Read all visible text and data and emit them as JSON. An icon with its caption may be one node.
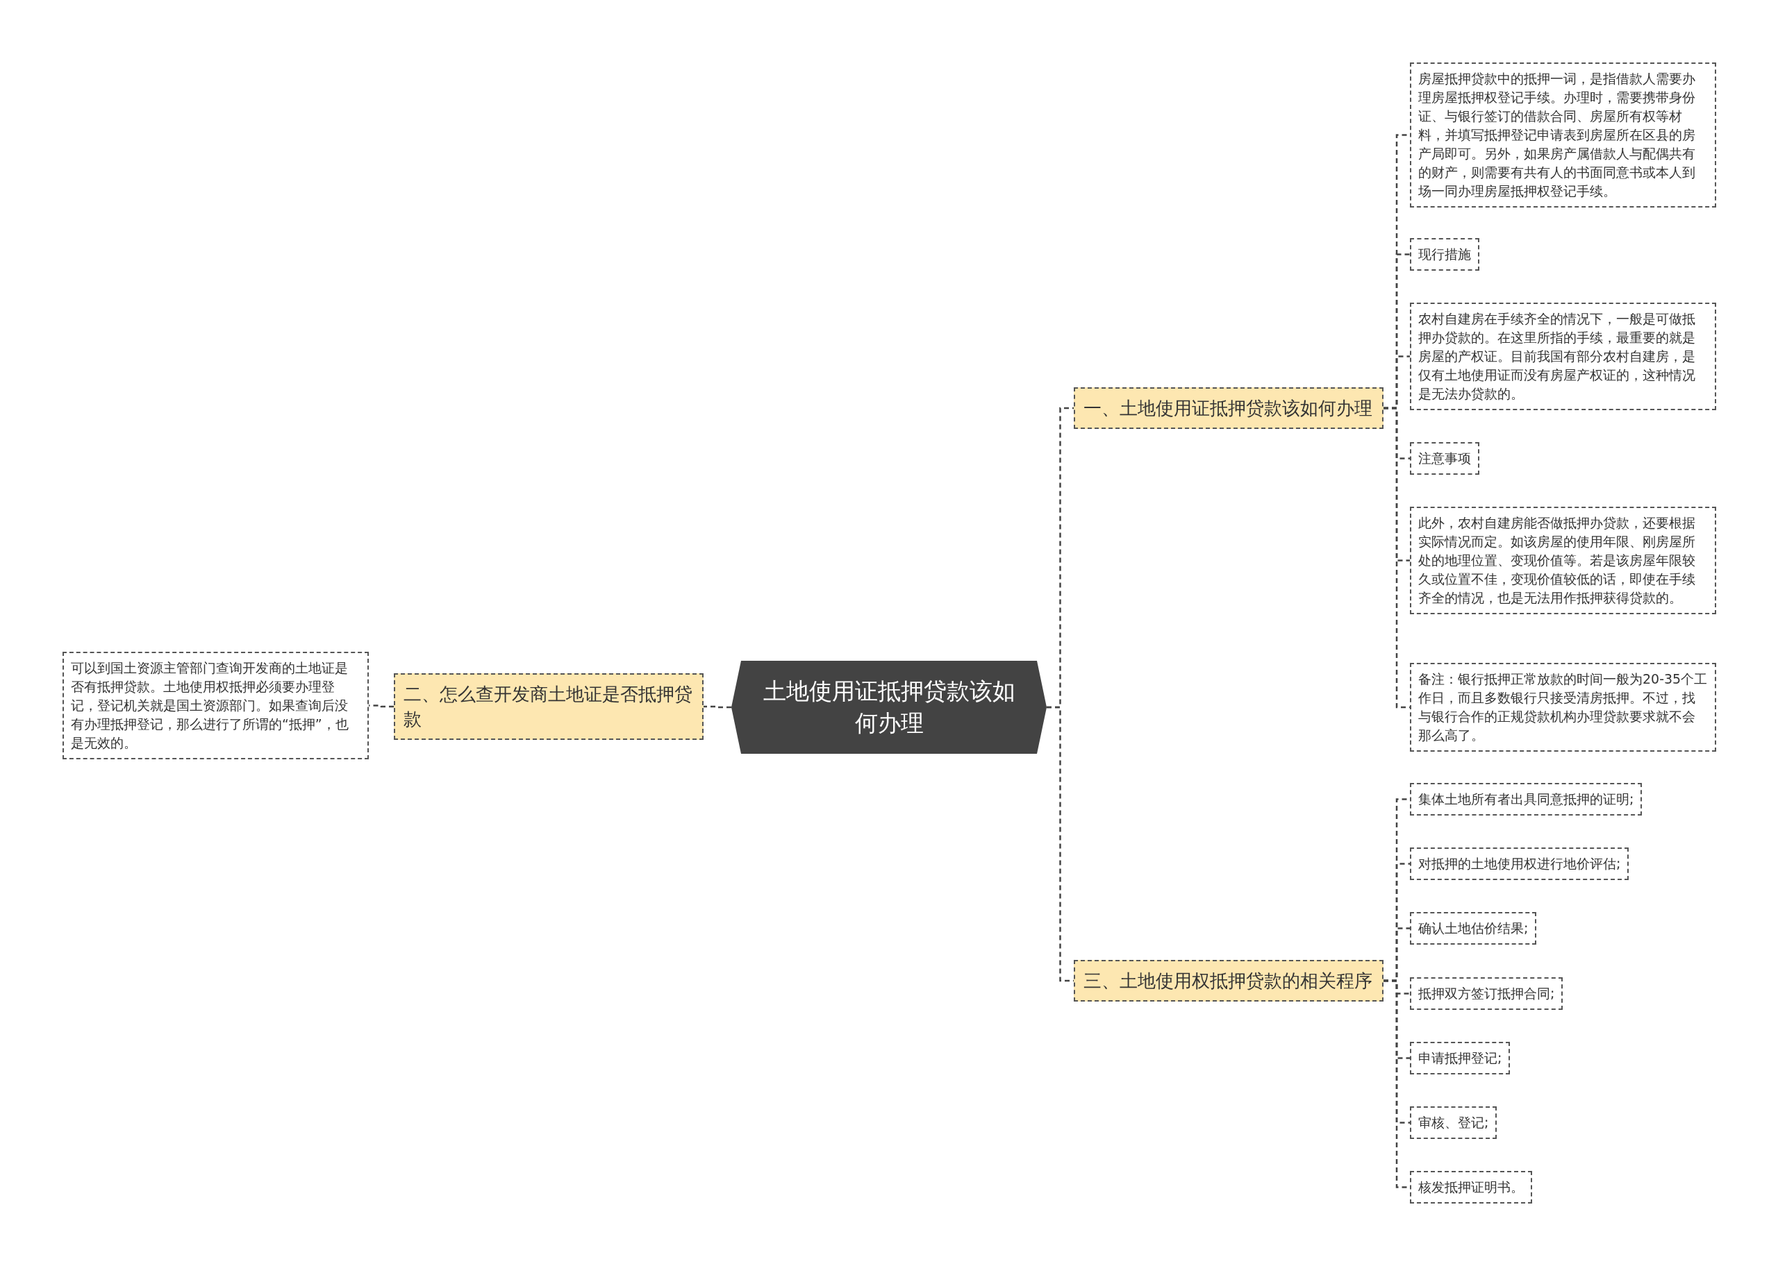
{
  "diagram": {
    "nodes": [
      {
        "text": [
          "土地使用证抵押贷款该如何办理"
        ]
      },
      {
        "text": [
          "一、土地使用证抵押贷款该如何办理"
        ]
      },
      {
        "text": [
          "房屋抵押贷款中的抵押一词，是指借款人需要办理房屋抵押权登记手续。办理时，需要携带身份证、与银行签订的借款合同、房屋所有权等材料，并填写抵押登记申请表到房屋所在区县的房产局即可。另外，如果房产属借款人与配偶共有的财产，则需要有共有人的书面同意书或本人到场一同办理房屋抵押权登记手续。"
        ]
      },
      {
        "text": [
          "现行措施"
        ]
      },
      {
        "text": [
          "农村自建房在手续齐全的情况下，一般是可做抵押办贷款的。在这里所指的手续，最重要的就是房屋的产权证。目前我国有部分农村自建房，是仅有土地使用证而没有房屋产权证的，这种情况是无法办贷款的。"
        ]
      },
      {
        "text": [
          "注意事项"
        ]
      },
      {
        "text": [
          "此外，农村自建房能否做抵押办贷款，还要根据实际情况而定。如该房屋的使用年限、刚房屋所处的地理位置、变现价值等。若是该房屋年限较久或位置不佳，变现价值较低的话，即使在手续齐全的情况，也是无法用作抵押获得贷款的。"
        ]
      },
      {
        "text": [
          "备注：银行抵押正常放款的时间一般为20-35个工作日，而且多数银行只接受清房抵押。不过，找与银行合作的正规贷款机构办理贷款要求就不会那么高了。"
        ]
      },
      {
        "text": [
          "三、土地使用权抵押贷款的相关程序"
        ]
      },
      {
        "text": [
          "集体土地所有者出具同意抵押的证明;"
        ]
      },
      {
        "text": [
          "对抵押的土地使用权进行地价评估;"
        ]
      },
      {
        "text": [
          "确认土地估价结果;"
        ]
      },
      {
        "text": [
          "抵押双方签订抵押合同;"
        ]
      },
      {
        "text": [
          "申请抵押登记;"
        ]
      },
      {
        "text": [
          "审核、登记;"
        ]
      },
      {
        "text": [
          "核发抵押证明书。"
        ]
      },
      {
        "text": [
          "二、怎么查开发商土地证是否抵押贷款"
        ]
      },
      {
        "text": [
          "可以到国土资源主管部门查询开发商的土地证是否有抵押贷款。土地使用权抵押必须要办理登记，登记机关就是国土资源部门。如果查询后没有办理抵押登记，那么进行了所谓的“抵押”，也是无效的。"
        ]
      }
    ],
    "edges": [
      {
        "from": 0,
        "to": 1,
        "arrow": "none",
        "style": "dashed"
      },
      {
        "from": 1,
        "to": 2,
        "arrow": "none",
        "style": "dashed"
      },
      {
        "from": 1,
        "to": 3,
        "arrow": "none",
        "style": "dashed"
      },
      {
        "from": 1,
        "to": 4,
        "arrow": "none",
        "style": "dashed"
      },
      {
        "from": 1,
        "to": 5,
        "arrow": "none",
        "style": "dashed"
      },
      {
        "from": 1,
        "to": 6,
        "arrow": "none",
        "style": "dashed"
      },
      {
        "from": 1,
        "to": 7,
        "arrow": "none",
        "style": "dashed"
      },
      {
        "from": 0,
        "to": 8,
        "arrow": "none",
        "style": "dashed"
      },
      {
        "from": 8,
        "to": 9,
        "arrow": "none",
        "style": "dashed"
      },
      {
        "from": 8,
        "to": 10,
        "arrow": "none",
        "style": "dashed"
      },
      {
        "from": 8,
        "to": 11,
        "arrow": "none",
        "style": "dashed"
      },
      {
        "from": 8,
        "to": 12,
        "arrow": "none",
        "style": "dashed"
      },
      {
        "from": 8,
        "to": 13,
        "arrow": "none",
        "style": "dashed"
      },
      {
        "from": 8,
        "to": 14,
        "arrow": "none",
        "style": "dashed"
      },
      {
        "from": 8,
        "to": 15,
        "arrow": "none",
        "style": "dashed"
      },
      {
        "from": 0,
        "to": 16,
        "arrow": "none",
        "style": "dashed"
      },
      {
        "from": 16,
        "to": 17,
        "arrow": "none",
        "style": "dashed"
      }
    ]
  }
}
